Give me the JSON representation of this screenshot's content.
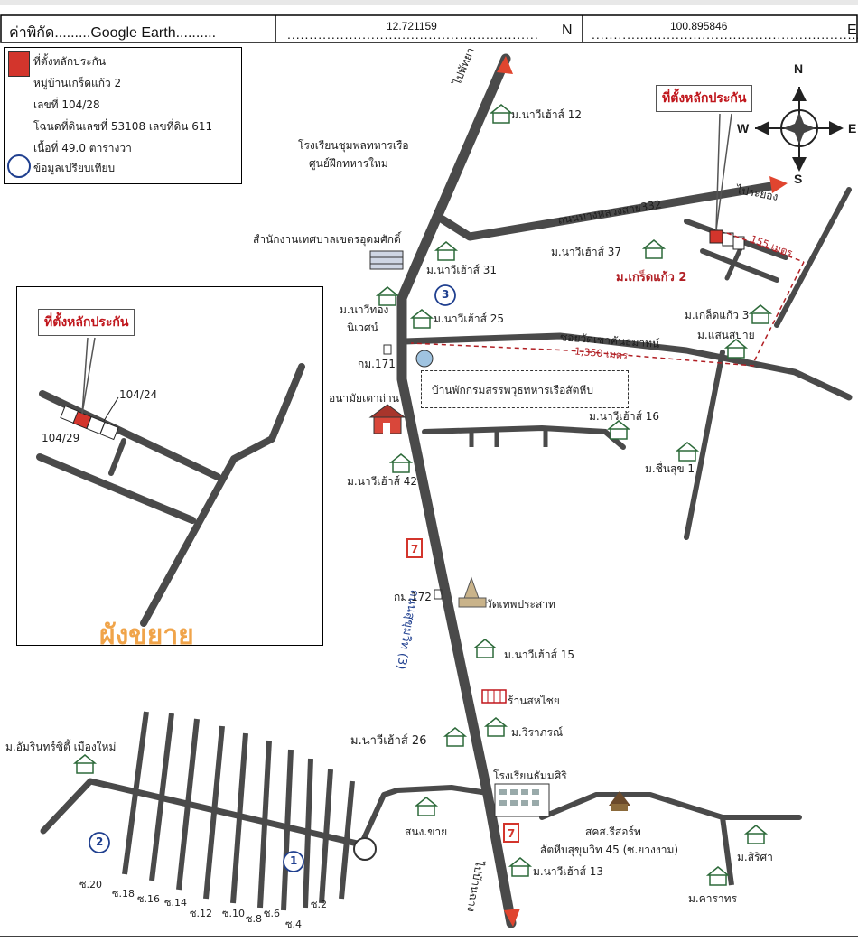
{
  "header": {
    "coord_label": "ค่าพิกัด.........Google Earth..........",
    "lat_value": "12.721159",
    "lat_suffix": "N",
    "lon_value": "100.895846",
    "lon_suffix": "E"
  },
  "legend": {
    "title": "ที่ตั้งหลักประกัน",
    "village": "หมู่บ้านเกร็ดแก้ว 2",
    "number": "เลขที่ 104/28",
    "deed": "โฉนดที่ดินเลขที่ 53108 เลขที่ดิน 611",
    "area": "เนื้อที่ 49.0 ตารางวา",
    "compare": "ข้อมูลเปรียบเทียบ"
  },
  "compass": {
    "n": "N",
    "s": "S",
    "e": "E",
    "w": "W"
  },
  "callouts": {
    "main": "ที่ตั้งหลักประกัน",
    "inset": "ที่ตั้งหลักประกัน"
  },
  "inset": {
    "title": "ผังขยาย",
    "plot_a": "104/24",
    "plot_b": "104/29"
  },
  "roads": {
    "to_pattaya": "ไปพัทยา",
    "to_rayong": "ไประยอง",
    "highway332": "ถนนทางหลวงสาย332",
    "soi_wat": "ซอยวัดเขาคันธมาทน์",
    "sukhumvit": "ถนนสุขุมวิท (3)",
    "to_bangkok": "ไปบ้านฉาง"
  },
  "distances": {
    "d155": "155 เมตร",
    "d1350": "1,350 เมตร"
  },
  "places": {
    "school_navy": "โรงเรียนชุมพลทหารเรือ",
    "school_navy2": "ศูนย์ฝึกทหารใหม่",
    "municipal": "สำนักงานเทศบาลเขตรอุดมศักดิ์",
    "navy12": "ม.นาวีเฮ้าส์ 12",
    "navy37": "ม.นาวีเฮ้าส์ 37",
    "navy31": "ม.นาวีเฮ้าส์ 31",
    "kred2": "ม.เกร็ดแก้ว 2",
    "navythong": "ม.นาวีทอง",
    "nivet": "นิเวศน์",
    "navy25": "ม.นาวีเฮ้าส์ 25",
    "kled3": "ม.เกล็ดแก้ว 3",
    "saensabai": "ม.แสนสบาย",
    "km171": "กม.171",
    "guesthouse": "บ้านพักกรมสรรพวุธทหารเรือสัตหีบ",
    "clinic": "อนามัยเตาถ่าน",
    "navy16": "ม.นาวีเฮ้าส์ 16",
    "chuensuk": "ม.ชื่นสุข 1",
    "navy42": "ม.นาวีเฮ้าส์ 42",
    "km172": "กม.172",
    "watthep": "วัดเทพประสาท",
    "navy15": "ม.นาวีเฮ้าส์ 15",
    "shop": "ร้านสหไชย",
    "amarin": "ม.อัมรินทร์ซิตี้ เมืองใหม่",
    "navy26": "ม.นาวีเฮ้าส์ 26",
    "wiraporn": "ม.วิราภรณ์",
    "school_tham": "โรงเรียนธัมมศิริ",
    "sanong": "สนง.ขาย",
    "resort": "สคส.รีสอร์ท",
    "sattahip45": "สัตหีบสุขุมวิท 45 (ซ.ยางงาม)",
    "navy13": "ม.นาวีเฮ้าส์ 13",
    "siriya": "ม.สิริศา",
    "kharathorn": "ม.คาราทร"
  },
  "sois": [
    "ซ.20",
    "ซ.18",
    "ซ.16",
    "ซ.14",
    "ซ.12",
    "ซ.10",
    "ซ.8",
    "ซ.6",
    "ซ.4",
    "ซ.2"
  ],
  "markers": {
    "m1": "1",
    "m2": "2",
    "m3": "3"
  },
  "colors": {
    "road": "#4a4a4a",
    "subject": "#d3352c",
    "red_text": "#b11f24",
    "marker_blue": "#1f3f8f"
  }
}
